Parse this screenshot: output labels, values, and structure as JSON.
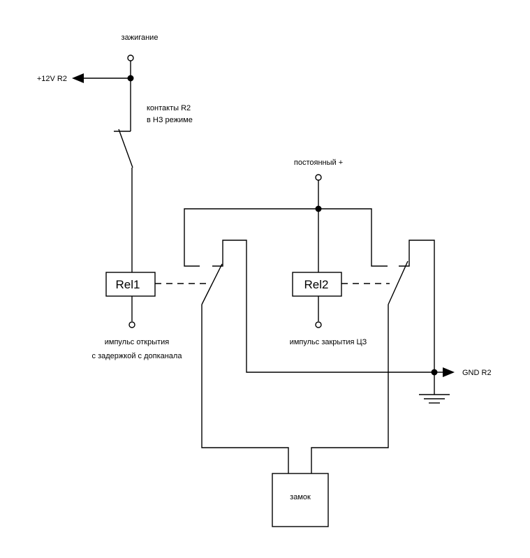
{
  "labels": {
    "ignition": "зажигание",
    "plus12v_r2": "+12V R2",
    "contacts_r2_line1": "контакты R2",
    "contacts_r2_line2": "в НЗ режиме",
    "constant_plus": "постоянный +",
    "rel1": "Rel1",
    "rel2": "Rel2",
    "open_pulse_line1": "импульс открытия",
    "open_pulse_line2": "с задержкой с допканала",
    "close_pulse": "импульс закрытия ЦЗ",
    "gnd_r2": "GND R2",
    "lock": "замок"
  }
}
